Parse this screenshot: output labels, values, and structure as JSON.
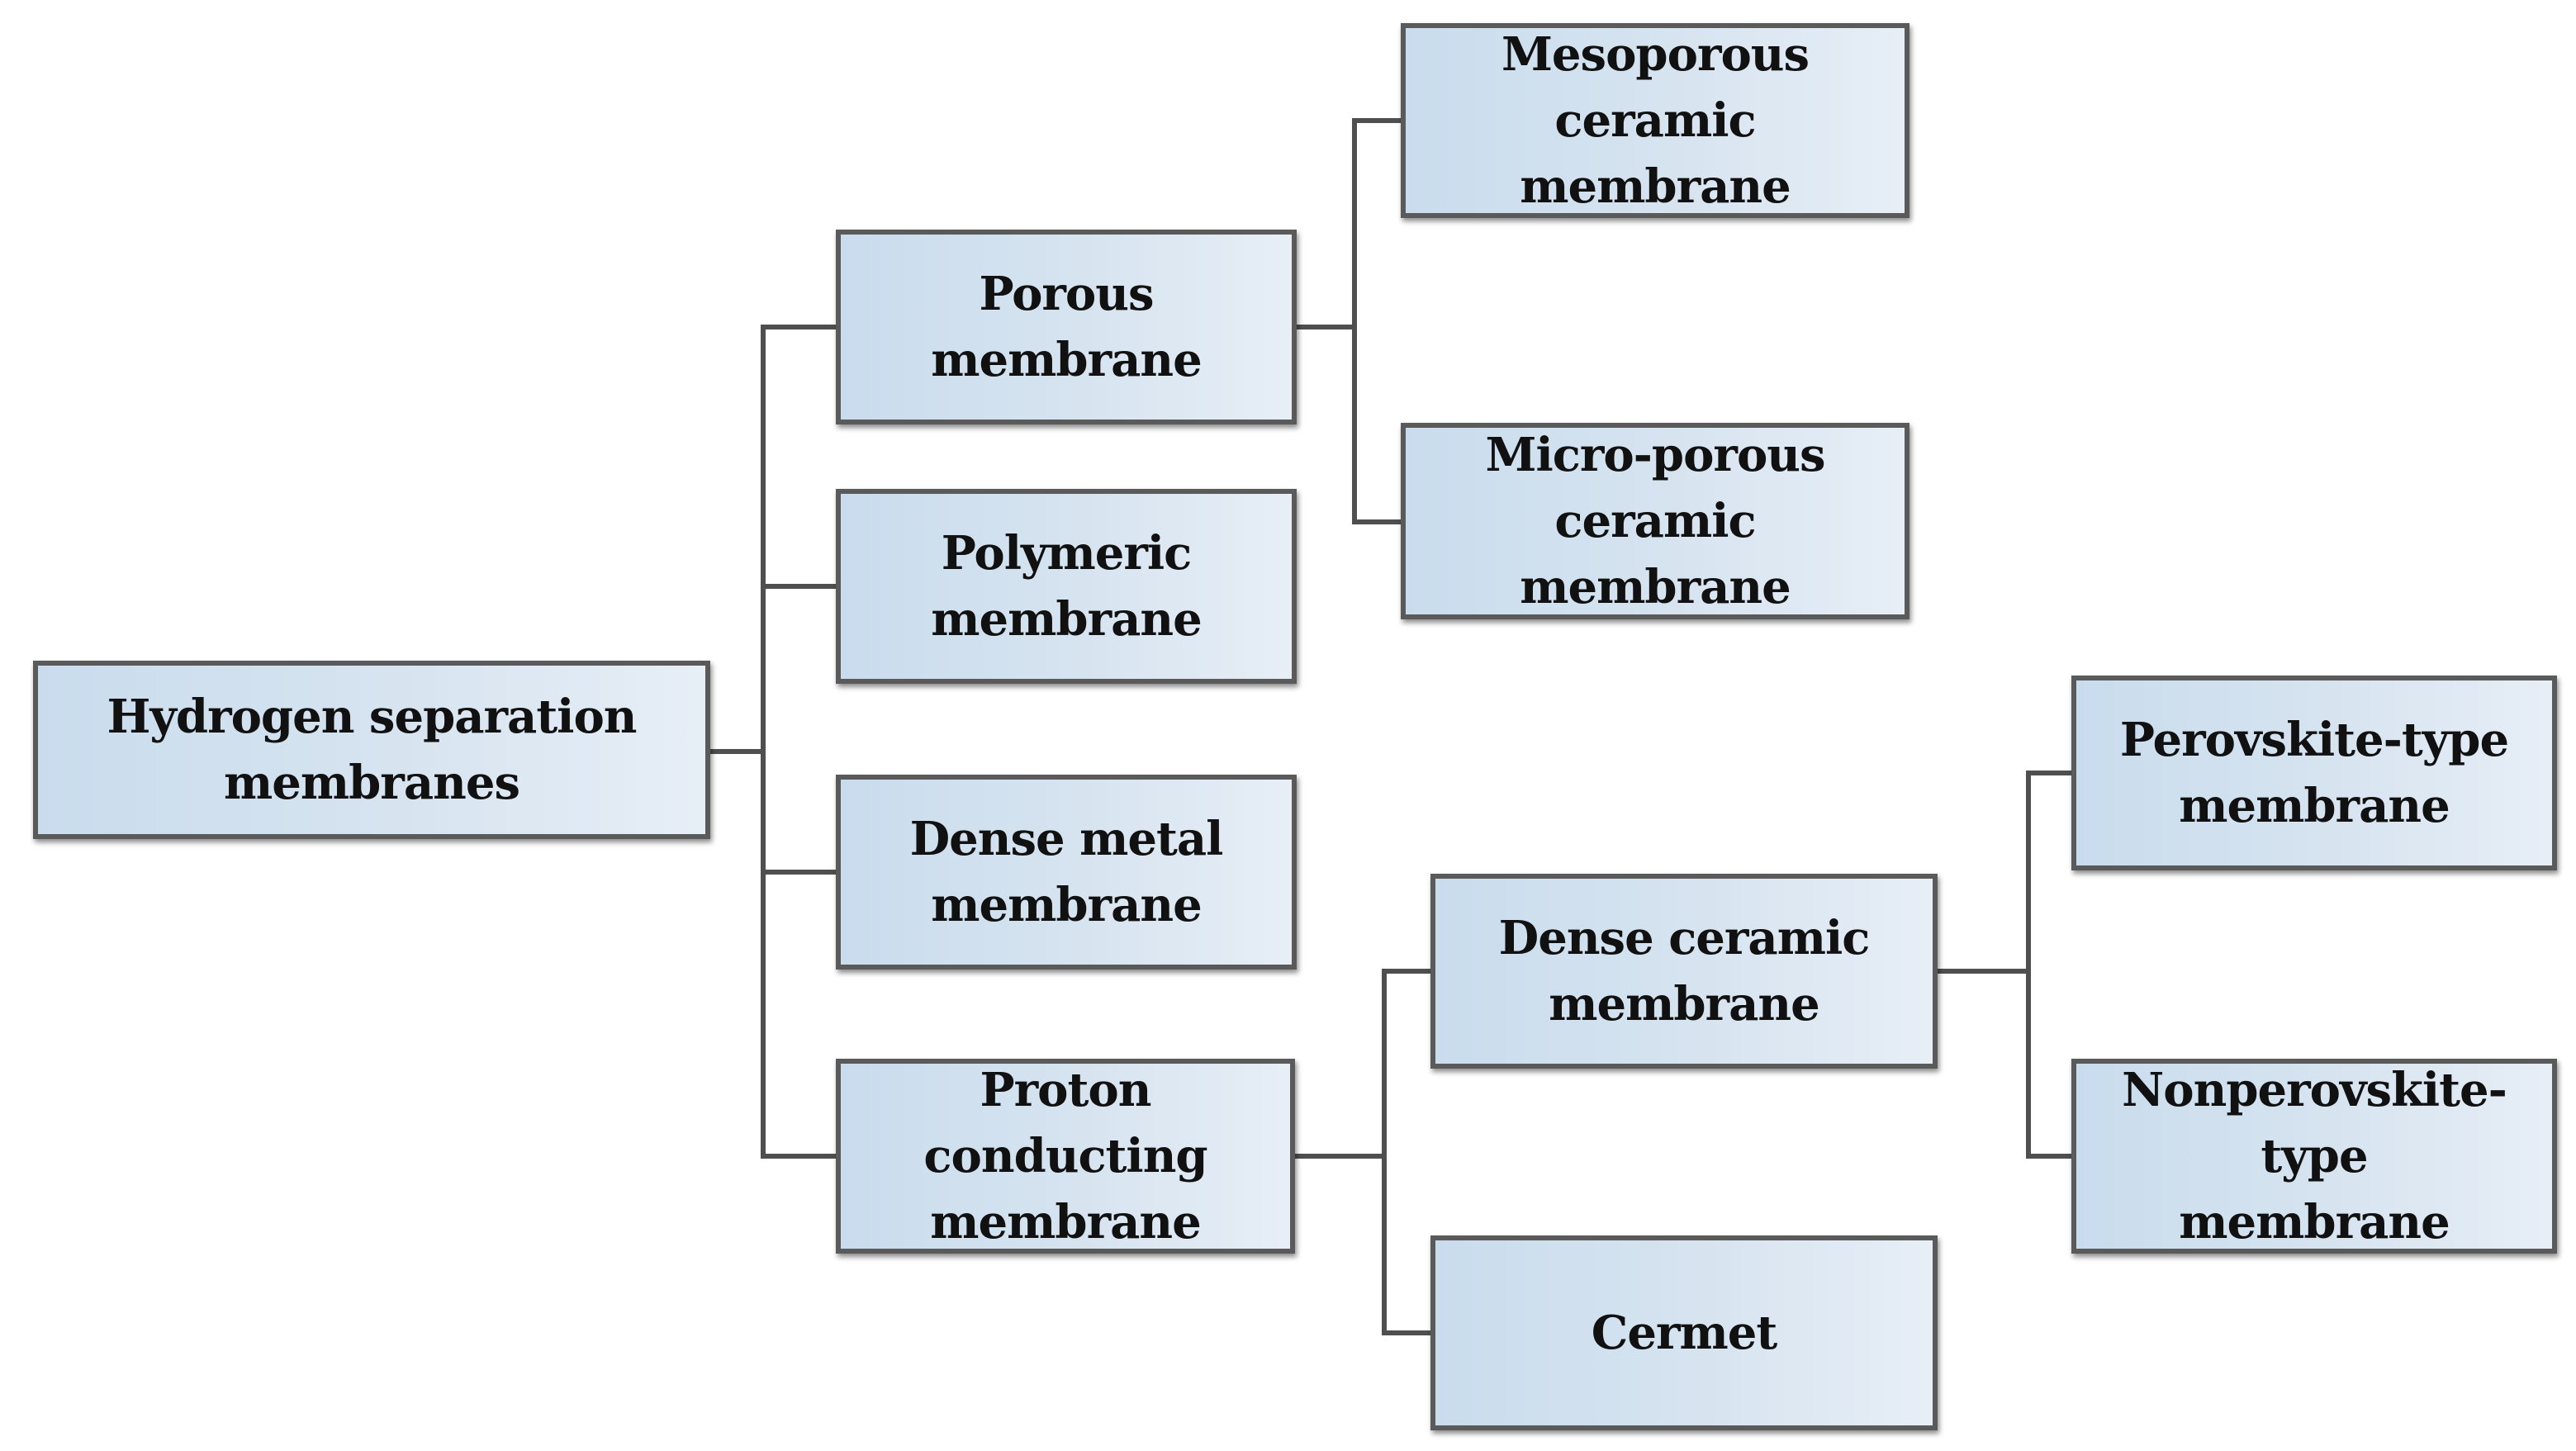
{
  "diagram": {
    "nodes": {
      "root": "Hydrogen separation\nmembranes",
      "porous": "Porous\nmembrane",
      "polymeric": "Polymeric\nmembrane",
      "dense_metal": "Dense metal\nmembrane",
      "proton_conducting": "Proton conducting\nmembrane",
      "mesoporous_ceramic": "Mesoporous ceramic\nmembrane",
      "microporous_ceramic": "Micro-porous ceramic\nmembrane",
      "dense_ceramic": "Dense ceramic\nmembrane",
      "cermet": "Cermet",
      "perovskite": "Perovskite-type\nmembrane",
      "nonperovskite": "Nonperovskite-type\nmembrane"
    },
    "edges": [
      [
        "root",
        "porous"
      ],
      [
        "root",
        "polymeric"
      ],
      [
        "root",
        "dense_metal"
      ],
      [
        "root",
        "proton_conducting"
      ],
      [
        "porous",
        "mesoporous_ceramic"
      ],
      [
        "porous",
        "microporous_ceramic"
      ],
      [
        "proton_conducting",
        "dense_ceramic"
      ],
      [
        "proton_conducting",
        "cermet"
      ],
      [
        "dense_ceramic",
        "perovskite"
      ],
      [
        "dense_ceramic",
        "nonperovskite"
      ]
    ],
    "colors": {
      "box_fill_start": "#c9dced",
      "box_fill_end": "#e7eef6",
      "box_border": "#5a5a5a",
      "connector": "#4f4f4f",
      "text": "#111111"
    }
  }
}
